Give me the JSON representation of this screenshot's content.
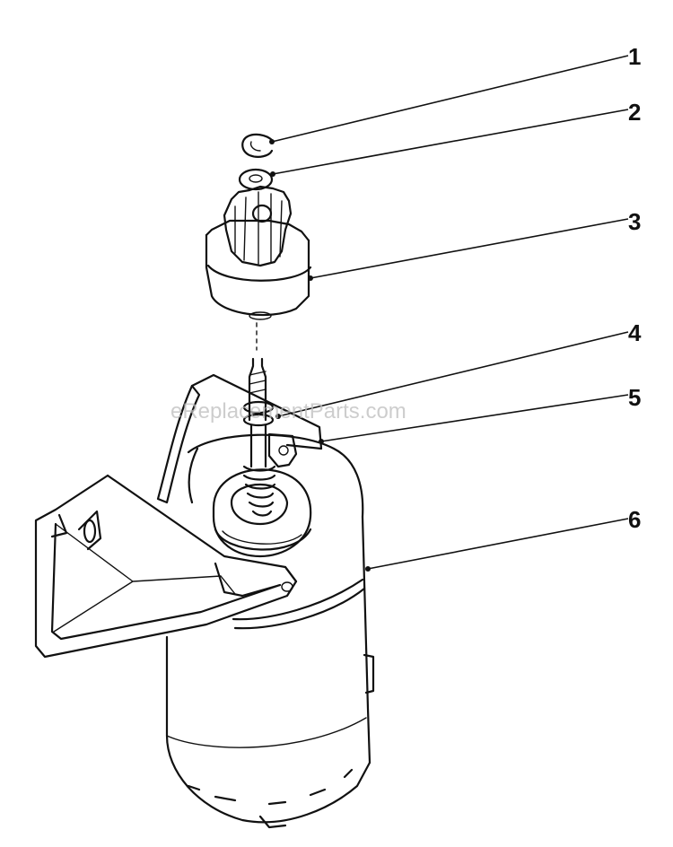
{
  "watermark": "eReplacementParts.com",
  "callouts": [
    {
      "id": "1",
      "label": "1"
    },
    {
      "id": "2",
      "label": "2"
    },
    {
      "id": "3",
      "label": "3"
    },
    {
      "id": "4",
      "label": "4"
    },
    {
      "id": "5",
      "label": "5"
    },
    {
      "id": "6",
      "label": "6"
    }
  ]
}
